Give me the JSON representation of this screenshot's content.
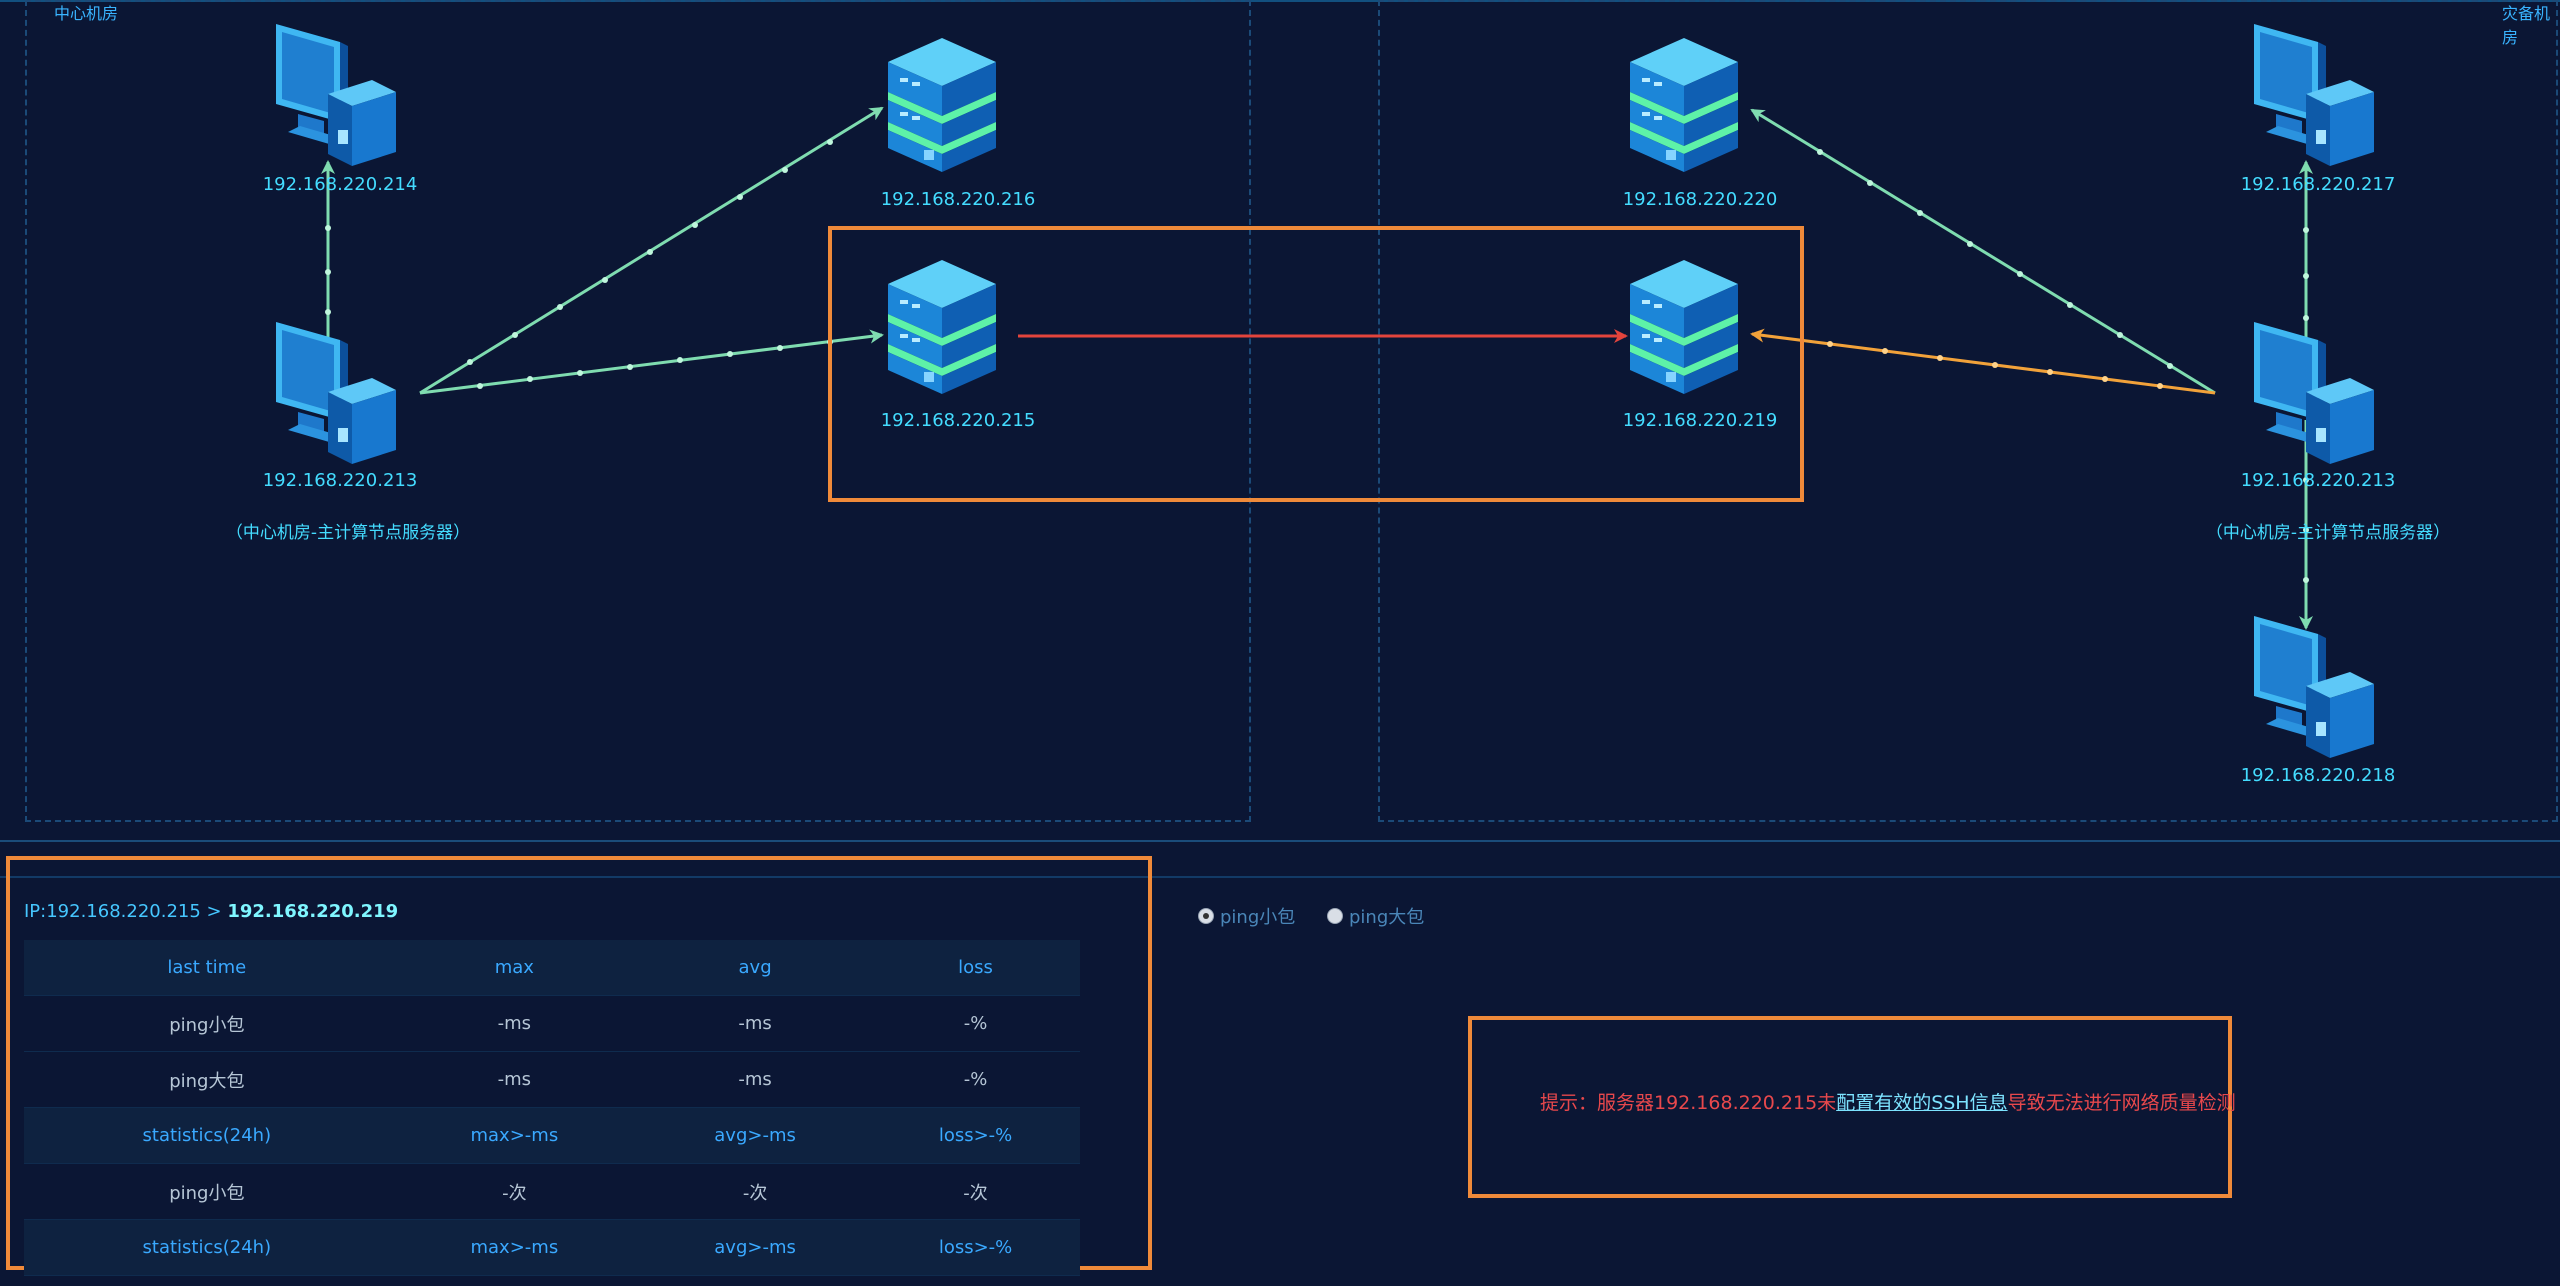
{
  "zones": {
    "left_label": "中心机房",
    "right_label": "灾备机房"
  },
  "nodes": {
    "n214": "192.168.220.214",
    "n216": "192.168.220.216",
    "n215": "192.168.220.215",
    "n213_left": "192.168.220.213",
    "n213_left_sub": "（中心机房-主计算节点服务器）",
    "n220": "192.168.220.220",
    "n219": "192.168.220.219",
    "n217": "192.168.220.217",
    "n213_right": "192.168.220.213",
    "n213_right_sub": "（中心机房-主计算节点服务器）",
    "n218": "192.168.220.218"
  },
  "icons": {
    "pc": "desktop-computer-icon",
    "server": "server-stack-icon"
  },
  "colors": {
    "link_green": "#7fdcb0",
    "link_red": "#e3443c",
    "link_orange": "#f2a23a",
    "highlight": "#f08a3a"
  },
  "stats": {
    "ip_prefix": "IP:192.168.220.215 > ",
    "ip_target": "192.168.220.219",
    "rows": [
      {
        "type": "hdr",
        "cells": [
          "last time",
          "max",
          "avg",
          "loss"
        ]
      },
      {
        "type": "row",
        "cells": [
          "ping小包",
          "-ms",
          "-ms",
          "-%"
        ]
      },
      {
        "type": "row",
        "cells": [
          "ping大包",
          "-ms",
          "-ms",
          "-%"
        ]
      },
      {
        "type": "hdr",
        "cells": [
          "statistics(24h)",
          "max>-ms",
          "avg>-ms",
          "loss>-%"
        ]
      },
      {
        "type": "row",
        "cells": [
          "ping小包",
          "-次",
          "-次",
          "-次"
        ]
      },
      {
        "type": "hdr",
        "cells": [
          "statistics(24h)",
          "max>-ms",
          "avg>-ms",
          "loss>-%"
        ]
      }
    ]
  },
  "radios": {
    "small": "ping小包",
    "large": "ping大包",
    "selected": "small"
  },
  "hint": {
    "prefix": "提示：服务器192.168.220.215未",
    "link": "配置有效的SSH信息",
    "suffix": "导致无法进行网络质量检测"
  }
}
